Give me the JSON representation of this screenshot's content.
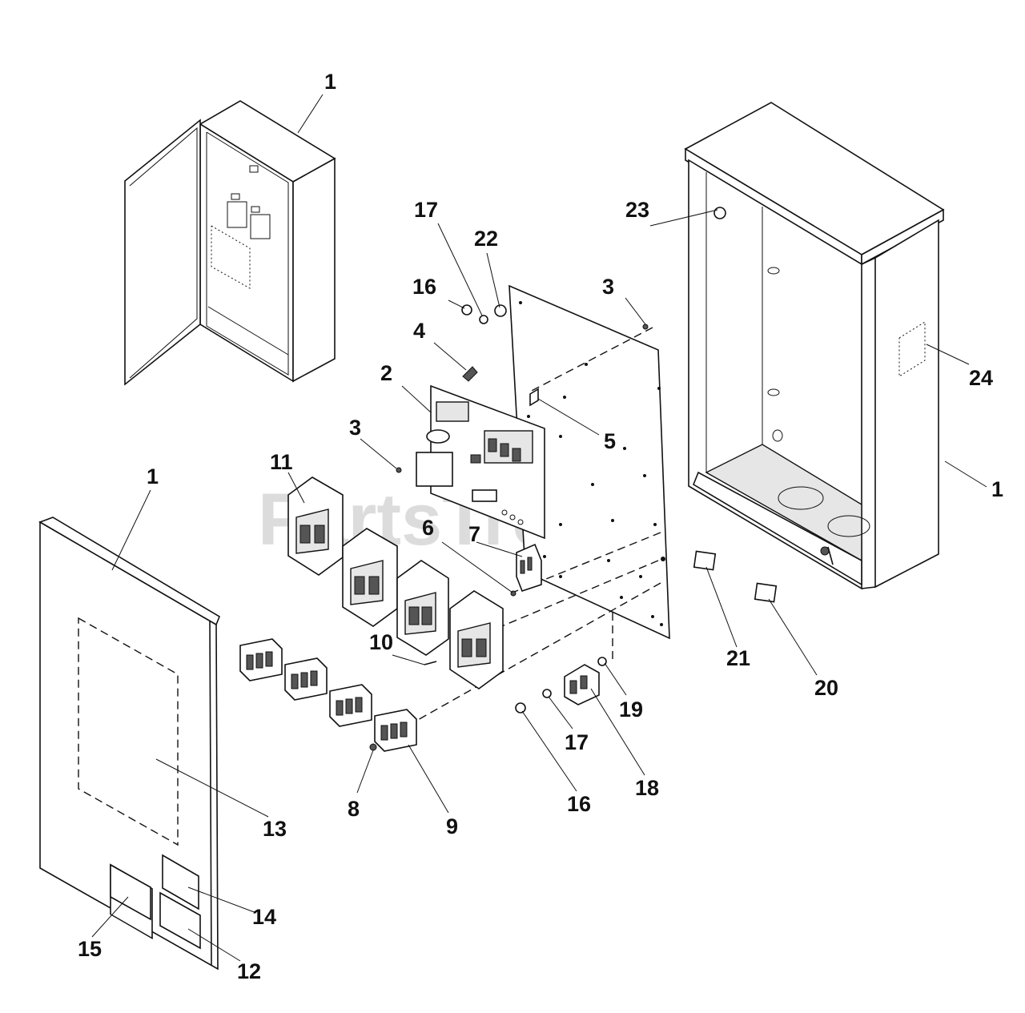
{
  "watermark": {
    "text": "PartsTree",
    "trademark": "TM"
  },
  "callouts": {
    "c1_top": "1",
    "c1_left": "1",
    "c1_right": "1",
    "c2": "2",
    "c3_top": "3",
    "c3_left": "3",
    "c4": "4",
    "c5": "5",
    "c6": "6",
    "c7": "7",
    "c8": "8",
    "c9": "9",
    "c10": "10",
    "c11": "11",
    "c12": "12",
    "c13": "13",
    "c14": "14",
    "c15": "15",
    "c16_top": "16",
    "c16_bottom": "16",
    "c17_top": "17",
    "c17_bottom": "17",
    "c18": "18",
    "c19": "19",
    "c20": "20",
    "c21": "21",
    "c22": "22",
    "c23": "23",
    "c24": "24"
  }
}
